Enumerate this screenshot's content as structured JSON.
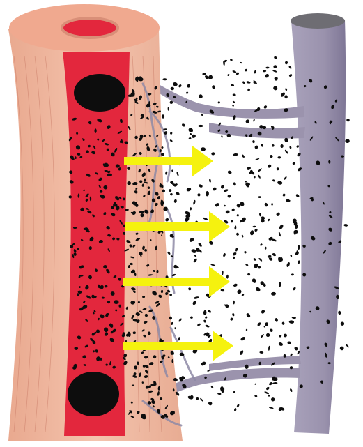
{
  "colors": {
    "background": "#ffffff",
    "vessel_wall": "#efb8a0",
    "vessel_wall_shade": "#d98f78",
    "vessel_fiber": "#c97a66",
    "lumen": "#e3273d",
    "lumen_dark": "#b8142a",
    "lymph_vessel": "#9b93ad",
    "lymph_vessel_shade": "#7d7592",
    "lymph_vessel_top": "#6e6d73",
    "particles": "#0d0d0d",
    "arrows": "#f5f20f",
    "capillary": "#8f8aa6"
  },
  "icons": {
    "particle": "particle-dot-icon",
    "arrow": "arrow-right-icon"
  },
  "arrows": [
    {
      "direction": "right"
    },
    {
      "direction": "right"
    },
    {
      "direction": "right"
    },
    {
      "direction": "right"
    }
  ]
}
